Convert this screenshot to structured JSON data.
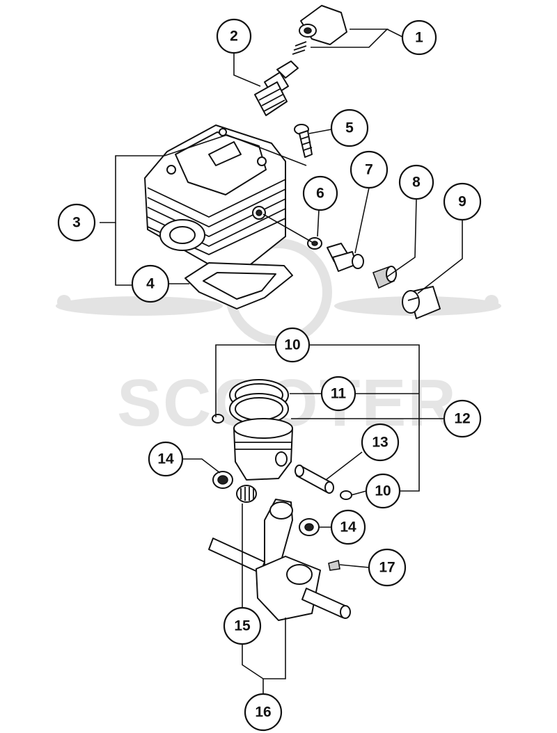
{
  "watermark": {
    "text": "SCOOTER"
  },
  "callouts": [
    {
      "label": "1"
    },
    {
      "label": "2"
    },
    {
      "label": "3"
    },
    {
      "label": "4"
    },
    {
      "label": "5"
    },
    {
      "label": "6"
    },
    {
      "label": "7"
    },
    {
      "label": "8"
    },
    {
      "label": "9"
    },
    {
      "label": "10"
    },
    {
      "label": "11"
    },
    {
      "label": "12"
    },
    {
      "label": "13"
    },
    {
      "label": "14"
    },
    {
      "label": "10"
    },
    {
      "label": "14"
    },
    {
      "label": "17"
    },
    {
      "label": "15"
    },
    {
      "label": "16"
    }
  ]
}
